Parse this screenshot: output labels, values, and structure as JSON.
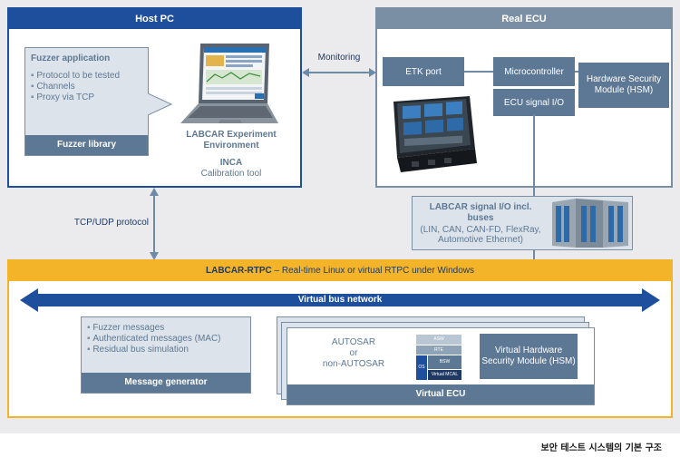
{
  "host_pc": {
    "title": "Host PC",
    "fuzzer_app": {
      "title": "Fuzzer application",
      "items": [
        "Protocol to be tested",
        "Channels",
        "Proxy via TCP"
      ],
      "footer": "Fuzzer library"
    },
    "labcar_env": "LABCAR Experiment Environment",
    "inca_title": "INCA",
    "inca_sub": "Calibration tool"
  },
  "real_ecu": {
    "title": "Real ECU",
    "etk_port": "ETK port",
    "microcontroller": "Microcontroller",
    "ecu_signal_io": "ECU signal I/O",
    "hsm": "Hardware Security Module (HSM)"
  },
  "monitoring": "Monitoring",
  "tcp_udp": "TCP/UDP protocol",
  "labcar_signal": {
    "title": "LABCAR signal I/O incl. buses",
    "sub": "(LIN, CAN, CAN-FD, FlexRay, Automotive Ethernet)"
  },
  "rtpc": {
    "title_bold": "LABCAR-RTPC",
    "title_rest": "– Real-time Linux or virtual RTPC under Windows"
  },
  "virtual_bus": "Virtual bus network",
  "message_gen": {
    "items": [
      "Fuzzer messages",
      "Authenticated messages (MAC)",
      "Residual bus simulation"
    ],
    "footer": "Message generator"
  },
  "virtual_ecu": {
    "autosar_1": "AUTOSAR",
    "autosar_2": "or",
    "autosar_3": "non-AUTOSAR",
    "stack": {
      "asw": "ASW",
      "rte": "RTE",
      "bsw": "BSW",
      "os": "OS",
      "mcal": "Virtual MCAL"
    },
    "vhsm": "Virtual Hardware Security Module (HSM)",
    "footer": "Virtual ECU"
  },
  "caption": "보안 테스트 시스템의 기본 구조"
}
